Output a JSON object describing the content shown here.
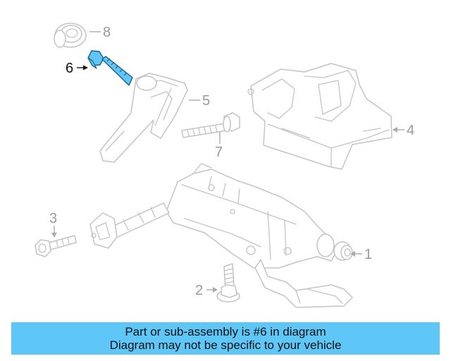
{
  "callouts": {
    "c1": "1",
    "c2": "2",
    "c3": "3",
    "c4": "4",
    "c5": "5",
    "c6": "6",
    "c7": "7",
    "c8": "8"
  },
  "highlight_color": "#5ec7f7",
  "banner": {
    "line1": "Part or sub-assembly is #6 in diagram",
    "line2": "Diagram may not be specific to your vehicle"
  }
}
